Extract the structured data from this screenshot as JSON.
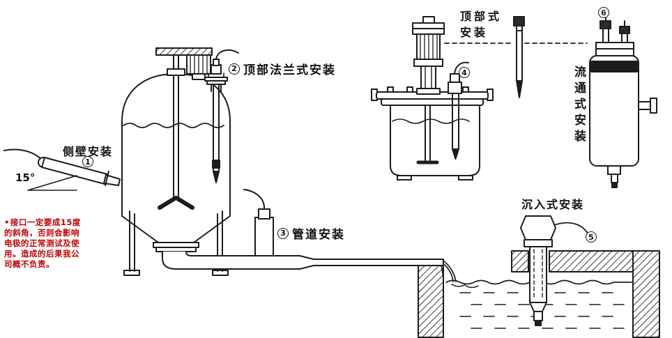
{
  "diagram": {
    "background": "#ffffff",
    "line_color": "#1c1c1c",
    "installations": {
      "side_wall": {
        "label": "侧壁安装",
        "number": "1",
        "angle": "15°"
      },
      "top_flange": {
        "label": "顶部法兰式安装",
        "number": "2"
      },
      "pipeline": {
        "label": "管道安装",
        "number": "3"
      },
      "top_mount": {
        "label_line1": "顶部式",
        "label_line2": "安装",
        "number": "4"
      },
      "submersible": {
        "label": "沉入式安装",
        "number": "5"
      },
      "flow_through": {
        "label": "流通式安装",
        "number": "6"
      }
    },
    "warning": {
      "color": "#cc0000",
      "bullet": "•",
      "lines": [
        "接口一定要成15度",
        "的斜角，否则会影响",
        "电极的正常测试及使",
        "用。造成的后果我公",
        "司概不负责。"
      ]
    }
  }
}
